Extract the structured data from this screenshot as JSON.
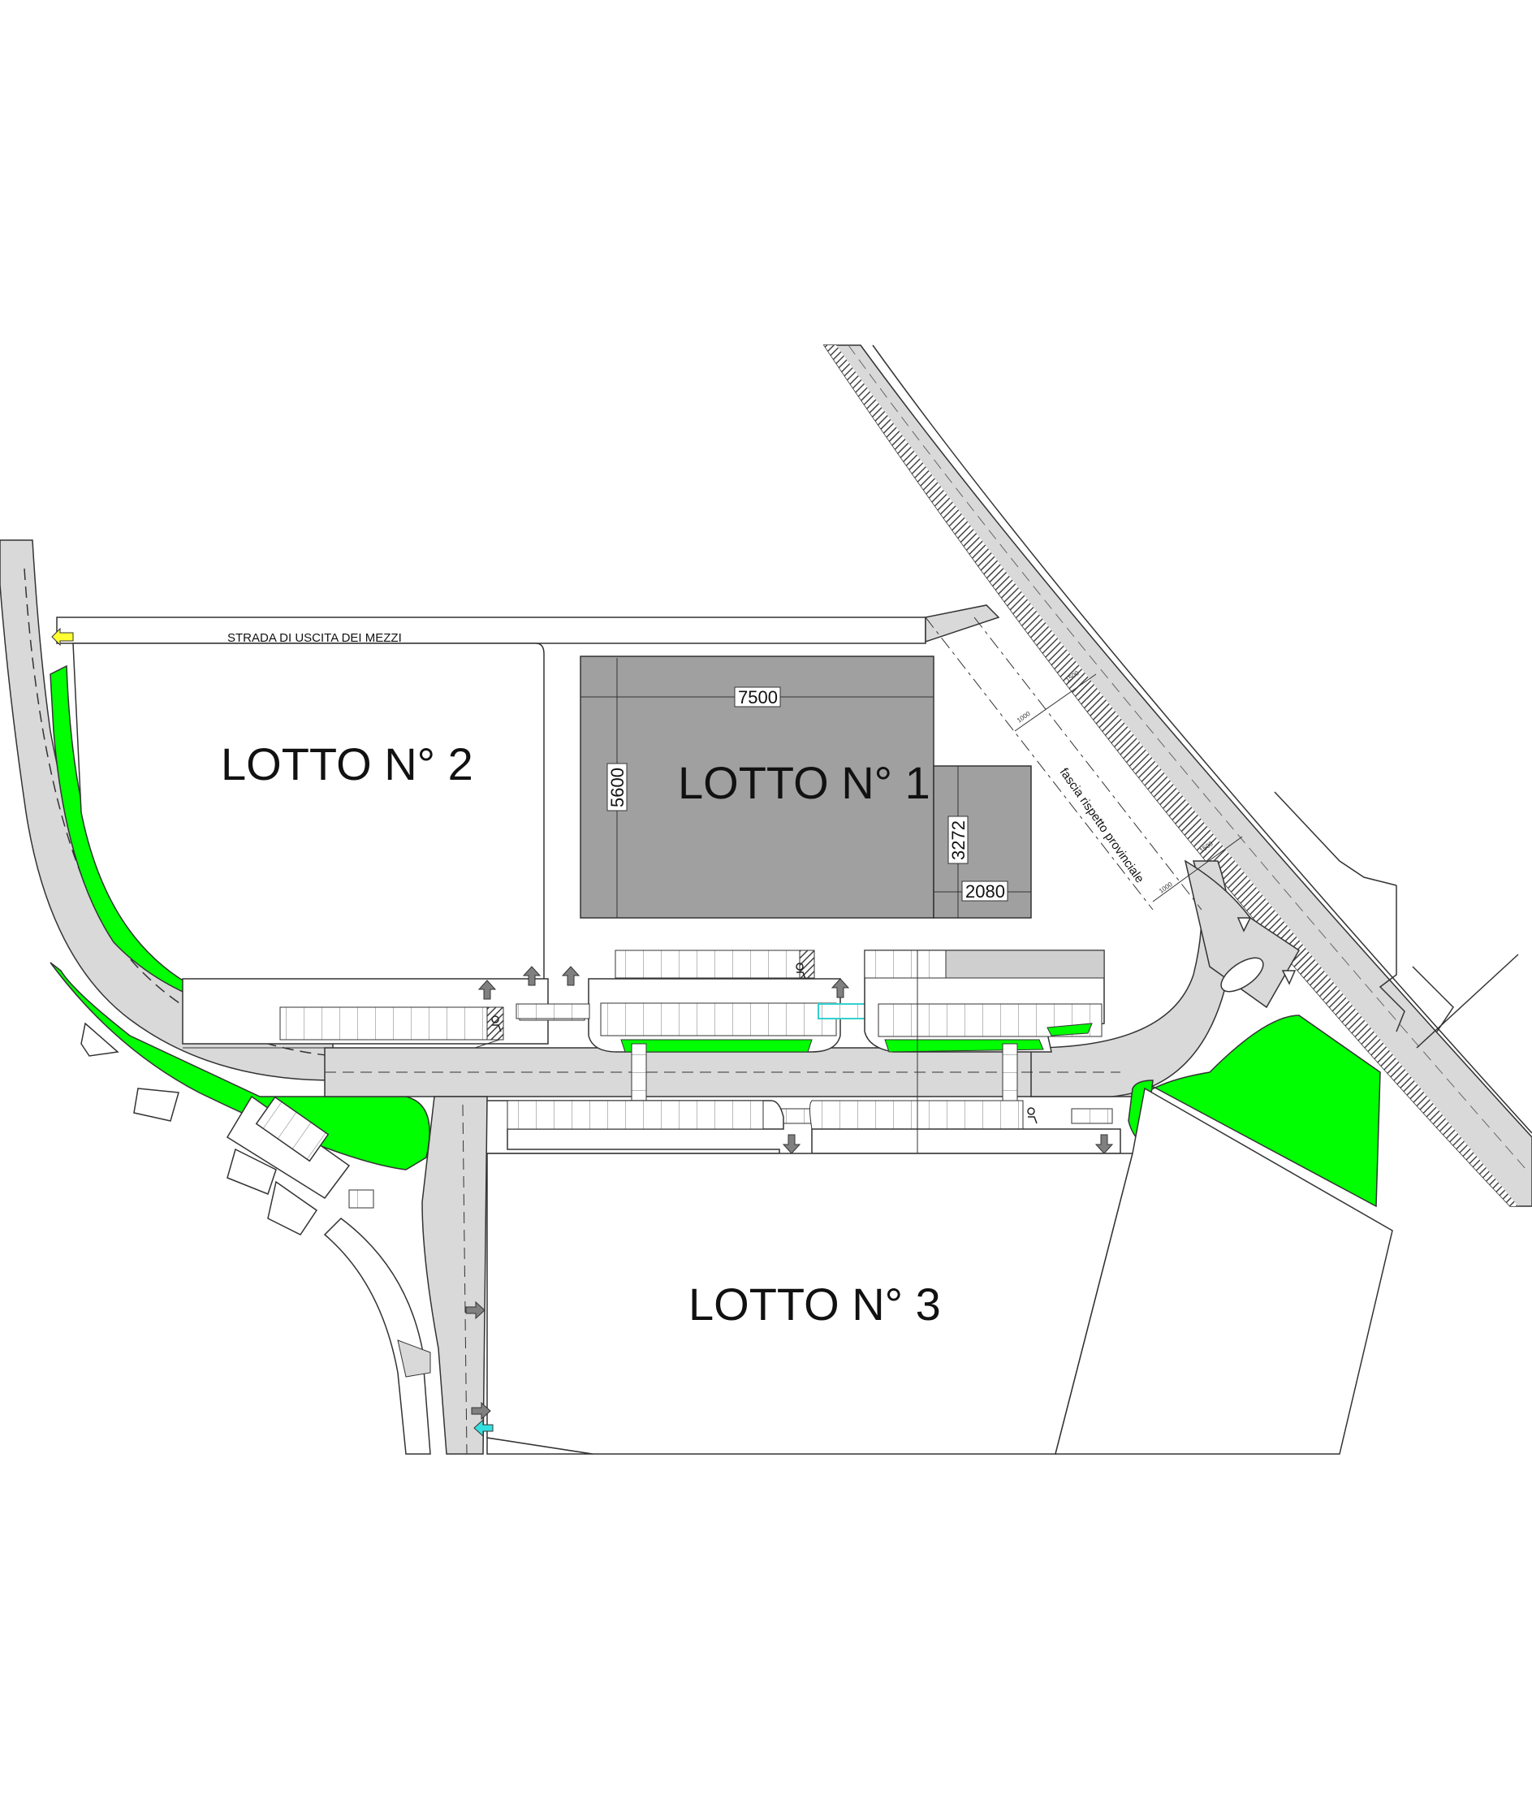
{
  "plan": {
    "lots": {
      "lot1": "LOTTO N° 1",
      "lot2": "LOTTO N° 2",
      "lot3": "LOTTO N° 3"
    },
    "road_exit_label": "STRADA DI USCITA DEI MEZZI",
    "buffer_label": "fascia rispetto provinciale",
    "dimensions": {
      "building_width": "7500",
      "building_depth": "5600",
      "annex_height": "3272",
      "annex_width": "2080",
      "offset_a": "1000",
      "offset_b": "1500",
      "offset_c": "1500",
      "offset_d": "1000"
    },
    "colors": {
      "road": "#d9d9d9",
      "green_area": "#00ff00",
      "building": "#a0a0a0",
      "hatching": "#444444",
      "yellow_arrow": "#ffff33",
      "cyan_arrow": "#33e0e0"
    },
    "icons": [
      "disabled-parking-icon",
      "direction-arrow-icon",
      "give-way-triangle-icon"
    ]
  }
}
